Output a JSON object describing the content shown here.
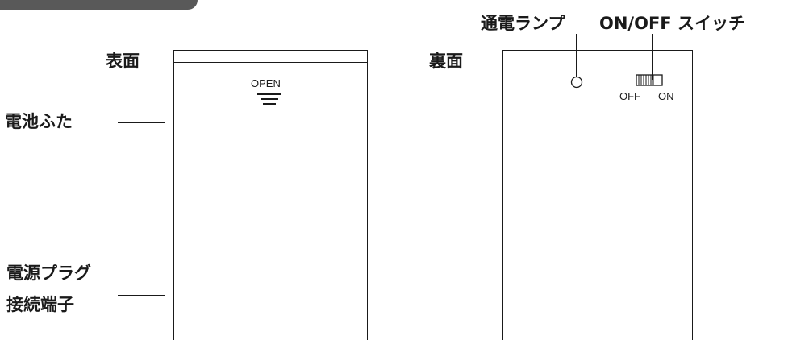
{
  "labels": {
    "front": "表面",
    "back": "裏面",
    "battery_cover": "電池ふた",
    "plug_terminal_line1": "電源プラグ",
    "plug_terminal_line2": "接続端子",
    "power_lamp": "通電ランプ",
    "onoff_switch": "ON/OFF スイッチ"
  },
  "front_panel": {
    "open_text": "OPEN"
  },
  "back_panel": {
    "switch_off": "OFF",
    "switch_on": "ON"
  },
  "colors": {
    "tab": "#595959",
    "line": "#1a1a1a",
    "background": "#ffffff"
  }
}
